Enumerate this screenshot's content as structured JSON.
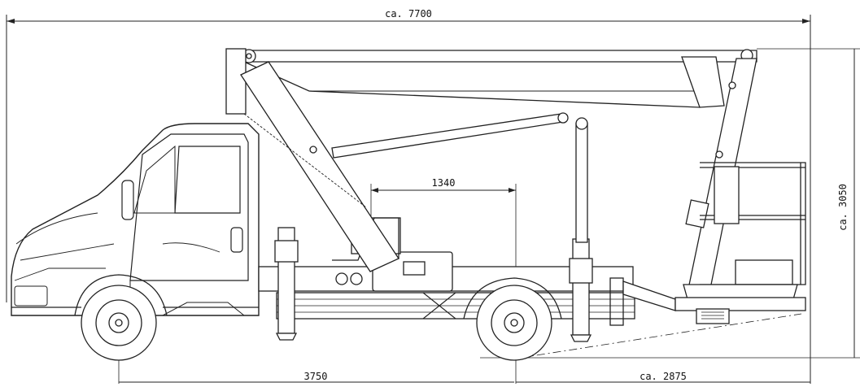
{
  "dimensions": {
    "overall_length": "ca. 7700",
    "wheelbase": "3750",
    "rear_overhang": "ca. 2875",
    "outrigger_spacing": "1340",
    "overall_height": "ca. 3050"
  },
  "colors": {
    "line": "#222222",
    "background": "#ffffff"
  }
}
